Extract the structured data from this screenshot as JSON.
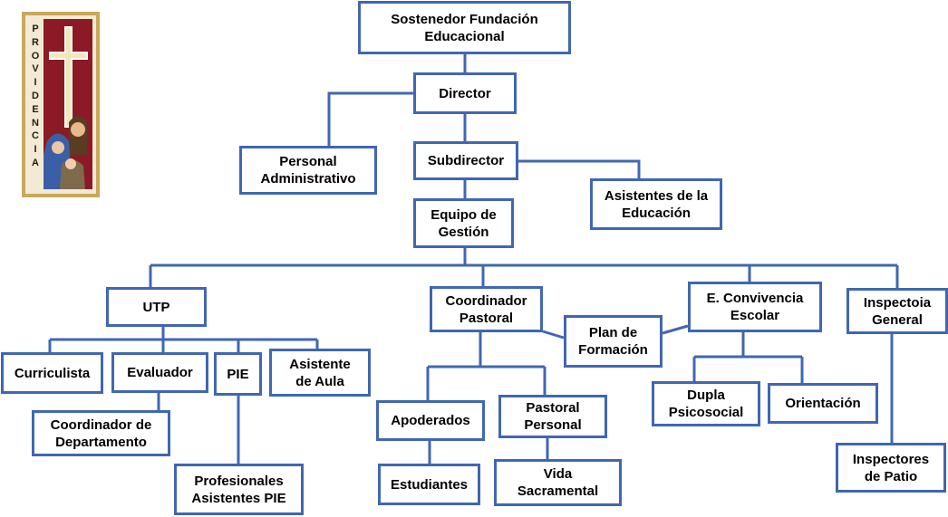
{
  "colors": {
    "border": "#3f67b3",
    "connector": "#3f67b3",
    "logo_frame": "#c9a85a",
    "logo_red": "#8b1a26"
  },
  "logo": {
    "text": "PROVIDENCIA",
    "letters": [
      "P",
      "R",
      "O",
      "V",
      "I",
      "D",
      "E",
      "N",
      "C",
      "I",
      "A"
    ],
    "icon": "cross-icon"
  },
  "nodes": {
    "sostenedor": "Sostenedor Fundación\nEducacional",
    "director": "Director",
    "personal_administrativo": "Personal\nAdministrativo",
    "subdirector": "Subdirector",
    "asistentes_educacion": "Asistentes de la\nEducación",
    "equipo_gestion": "Equipo de\nGestión",
    "utp": "UTP",
    "coordinador_pastoral": "Coordinador\nPastoral",
    "plan_formacion": "Plan de\nFormación",
    "convivencia_escolar": "E. Convivencia\nEscolar",
    "inspectoria_general": "Inspectoia\nGeneral",
    "curriculista": "Curriculista",
    "evaluador": "Evaluador",
    "pie": "PIE",
    "asistente_aula": "Asistente\nde Aula",
    "coordinador_departamento": "Coordinador de\nDepartamento",
    "profesionales_pie": "Profesionales\nAsistentes PIE",
    "apoderados": "Apoderados",
    "pastoral_personal": "Pastoral\nPersonal",
    "estudiantes": "Estudiantes",
    "vida_sacramental": "Vida\nSacramental",
    "dupla_psicosocial": "Dupla\nPsicosocial",
    "orientacion": "Orientación",
    "inspectores_patio": "Inspectores\nde Patio"
  }
}
